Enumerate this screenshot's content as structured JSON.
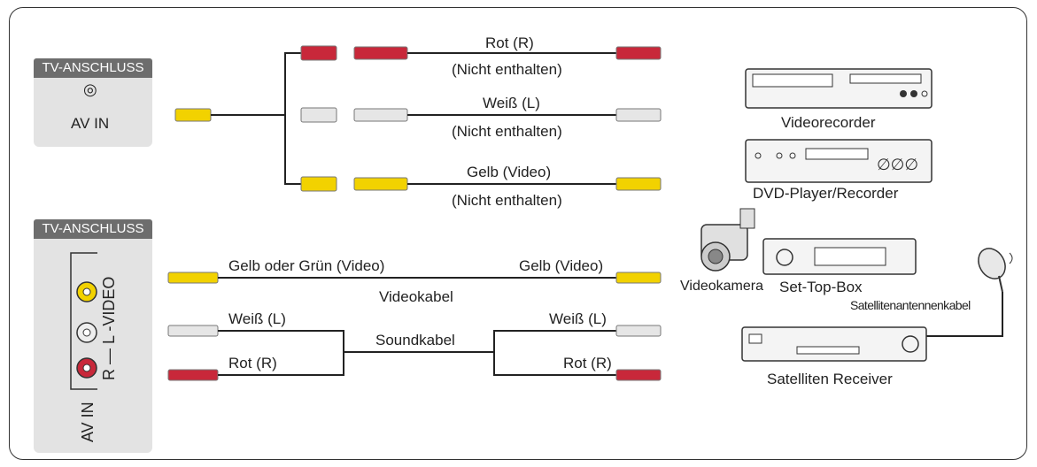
{
  "panel_top": {
    "header": "TV-ANSCHLUSS",
    "port_label": "AV IN"
  },
  "panel_bottom": {
    "header": "TV-ANSCHLUSS",
    "side_label": "AV IN",
    "vert_label": "R — L -VIDEO"
  },
  "cables_top": [
    {
      "name": "Rot (R)",
      "note": "(Nicht enthalten)"
    },
    {
      "name": "Weiß (L)",
      "note": "(Nicht enthalten)"
    },
    {
      "name": "Gelb (Video)",
      "note": "(Nicht enthalten)"
    }
  ],
  "video_cable": {
    "left": "Gelb oder Grün (Video)",
    "right": "Gelb (Video)",
    "name": "Videokabel"
  },
  "sound_cable": {
    "left_white": "Weiß (L)",
    "left_red": "Rot (R)",
    "name": "Soundkabel",
    "right_white": "Weiß (L)",
    "right_red": "Rot (R)"
  },
  "devices": {
    "vcr": "Videorecorder",
    "dvd": "DVD-Player/Recorder",
    "camera": "Videokamera",
    "settop": "Set-Top-Box",
    "sat_cable": "Satellitenantennenkabel",
    "receiver": "Satelliten Receiver"
  },
  "colors": {
    "red": "#c8283a",
    "white": "#cccccc",
    "yellow": "#f2d200",
    "panel": "#e3e3e3",
    "header": "#6d6d6d"
  }
}
